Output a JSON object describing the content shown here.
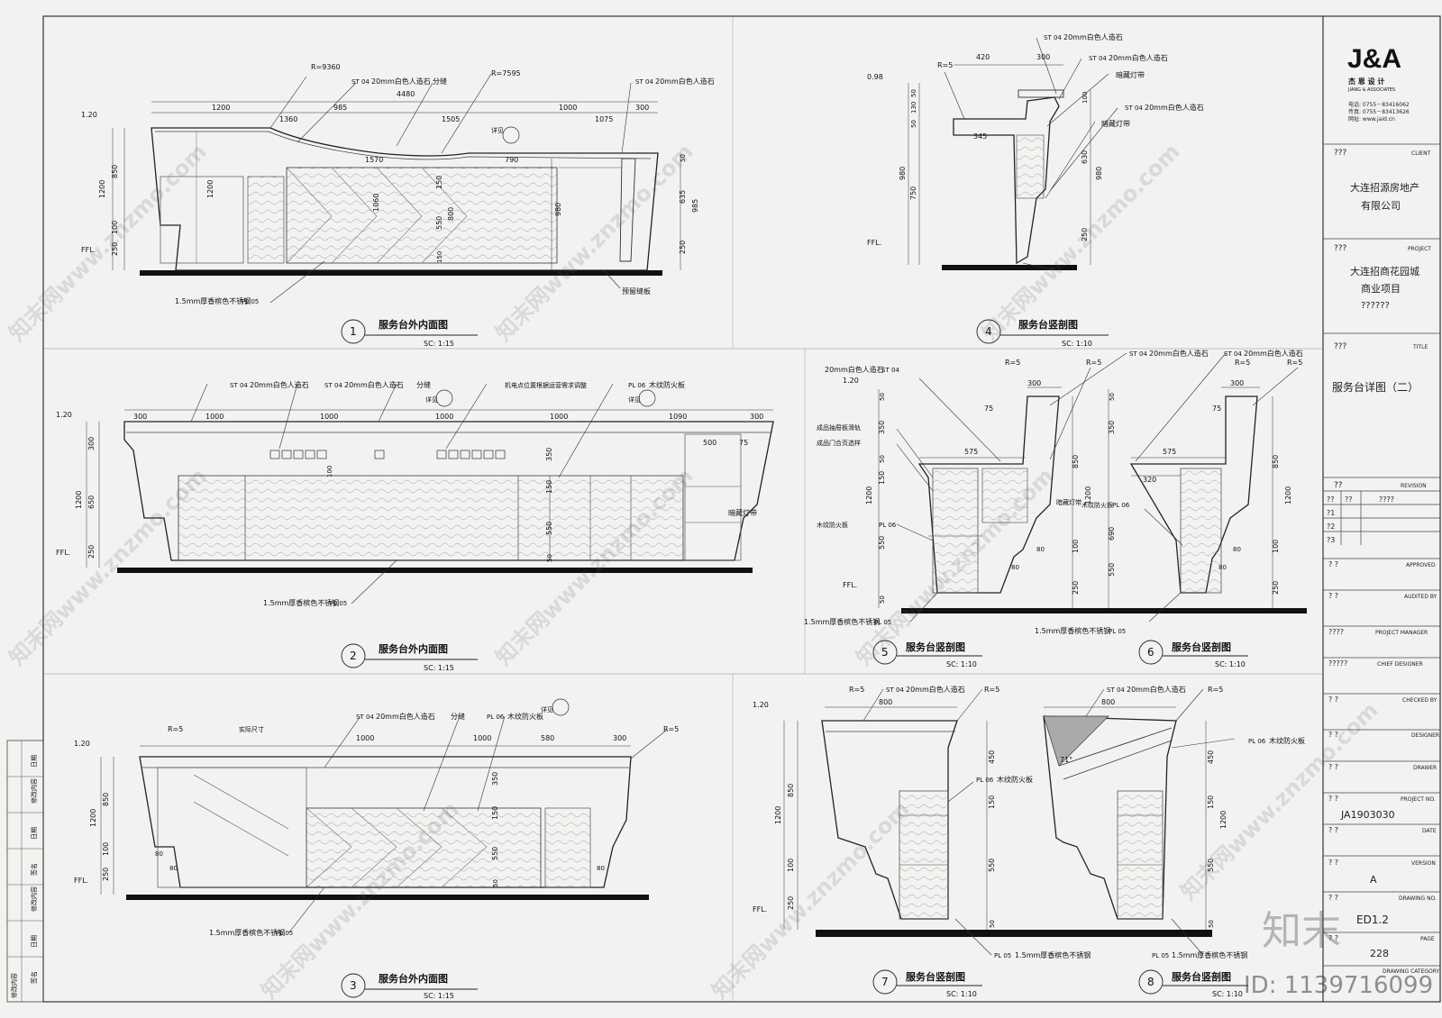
{
  "logo": {
    "mark": "J&A",
    "name_cn": "杰 恩 设 计",
    "name_en": "JIANG & ASSOCIATES",
    "tel": "电话: 0755－83416062",
    "fax": "传真: 0755－83413626",
    "web": "网址: www.jaid.cn"
  },
  "title_block": {
    "client_q": "???",
    "client_label": "CLIENT",
    "client_l1": "大连招源房地产",
    "client_l2": "有限公司",
    "project_q": "???",
    "project_label": "PROJECT",
    "project_l1": "大连招商花园城",
    "project_l2": "商业项目",
    "project_l3": "??????",
    "title_q": "???",
    "title_label": "TITLE",
    "title_value": "服务台详图（二）",
    "revision_q": "??",
    "revision_label": "REVISION",
    "rev_h1": "??",
    "rev_h2": "??",
    "rev_h3": "????",
    "rev_r1": "?1",
    "rev_r2": "?2",
    "rev_r3": "?3",
    "approved_q": "?    ?",
    "approved_label": "APPROVED",
    "audited_q": "?    ?",
    "audited_label": "AUDITED BY",
    "pm_q": "????",
    "pm_label": "PROJECT MANAGER",
    "cd_q": "?????",
    "cd_label": "CHIEF DESIGNER",
    "checked_q": "?    ?",
    "checked_label": "CHECKED BY",
    "designer_q": "?    ?",
    "designer_label": "DESIGNER",
    "drawer_q": "?    ?",
    "drawer_label": "DRAWER",
    "projno_q": "?    ?",
    "projno_label": "PROJECT NO.",
    "projno_value": "JA1903030",
    "date_q": "?    ?",
    "date_label": "DATE",
    "version_q": "?    ?",
    "version_label": "VERSION",
    "version_value": "A",
    "drawno_q": "?    ?",
    "drawno_label": "DRAWING NO.",
    "drawno_value": "ED1.2",
    "page_q": "?    ?",
    "page_label": "PAGE",
    "page_value": "228",
    "cat_label": "DRAWING CATEGORY"
  },
  "views": [
    {
      "num": "1",
      "title": "服务台外内面图",
      "scale": "SC: 1:15"
    },
    {
      "num": "2",
      "title": "服务台外内面图",
      "scale": "SC: 1:15"
    },
    {
      "num": "3",
      "title": "服务台外内面图",
      "scale": "SC: 1:15"
    },
    {
      "num": "4",
      "title": "服务台竖剖图",
      "scale": "SC: 1:10"
    },
    {
      "num": "5",
      "title": "服务台竖剖图",
      "scale": "SC: 1:10"
    },
    {
      "num": "6",
      "title": "服务台竖剖图",
      "scale": "SC: 1:10"
    },
    {
      "num": "7",
      "title": "服务台竖剖图",
      "scale": "SC: 1:10"
    },
    {
      "num": "8",
      "title": "服务台竖剖图",
      "scale": "SC: 1:10"
    }
  ],
  "annotations": {
    "stone": "20mm白色人造石",
    "stone_tag": "ST 04",
    "steel": "1.5mm厚香槟色不锈钢",
    "steel_tag": "PL 05",
    "fireboard": "木纹防火板",
    "fireboard_tag": "PL 06",
    "seam": "分缝",
    "led": "暗藏灯带",
    "reserved": "预留缝板",
    "see": "详见",
    "adjust": "机电点位置根据运营需求调整",
    "drawer_rail": "成品抽屉板滑轨",
    "hinge": "成品门合页选样",
    "real_size": "实际尺寸",
    "ffl": "FFL.",
    "lvl_120": "1.20",
    "lvl_098": "0.98",
    "r9360": "R=9360",
    "r7595": "R=7595",
    "r5": "R=5",
    "ang": "71°"
  },
  "dims_v1": {
    "top": [
      "1200",
      "985",
      "1000",
      "300"
    ],
    "total": "4480",
    "mid": [
      "1360",
      "1505",
      "1075"
    ],
    "low": [
      "1570",
      "790"
    ],
    "left": [
      "850",
      "1200",
      "100",
      "250"
    ],
    "inner": [
      "1200",
      "1060",
      "150",
      "550",
      "800",
      "980",
      "635",
      "985",
      "250",
      "150",
      "50"
    ]
  },
  "dims_v2": {
    "top": [
      "300",
      "1000",
      "1000",
      "1000",
      "1000",
      "1090",
      "300"
    ],
    "sub": [
      "500",
      "75"
    ],
    "left": [
      "300",
      "1200",
      "650",
      "250"
    ],
    "inner": [
      "350",
      "150",
      "550",
      "50",
      "100"
    ]
  },
  "dims_v3": {
    "top": [
      "1000",
      "1000",
      "580",
      "300"
    ],
    "left": [
      "850",
      "1200",
      "100",
      "250"
    ],
    "inner": [
      "350",
      "150",
      "550",
      "50",
      "80",
      "80",
      "80"
    ]
  },
  "dims_v4": {
    "top": [
      "420",
      "300",
      "345"
    ],
    "left": [
      "50",
      "130",
      "50",
      "980",
      "750"
    ],
    "right": [
      "100",
      "630",
      "980",
      "250"
    ]
  },
  "dims_v5": {
    "top": [
      "300",
      "75",
      "575"
    ],
    "left": [
      "50",
      "350",
      "50",
      "150",
      "1200",
      "550",
      "50"
    ],
    "right": [
      "850",
      "1200",
      "100",
      "250",
      "80",
      "80"
    ]
  },
  "dims_v6": {
    "top": [
      "300",
      "75",
      "575",
      "320"
    ],
    "left": [
      "50",
      "350",
      "690",
      "550"
    ],
    "right": [
      "850",
      "1200",
      "100",
      "250",
      "80",
      "80"
    ]
  },
  "dims_v7": {
    "top": [
      "800"
    ],
    "left": [
      "850",
      "1200",
      "100",
      "250"
    ],
    "right": [
      "450",
      "150",
      "550",
      "50"
    ]
  },
  "dims_v8": {
    "top": [
      "800"
    ],
    "right": [
      "450",
      "150",
      "550",
      "1200",
      "50"
    ]
  },
  "left_strip": [
    "日期",
    "修改内容",
    "日期",
    "签名",
    "修改内容",
    "日期",
    "签名",
    "修改内容"
  ],
  "watermarks": [
    "知末网www.znzmo.com",
    "知末",
    "ID: 1139716099"
  ]
}
